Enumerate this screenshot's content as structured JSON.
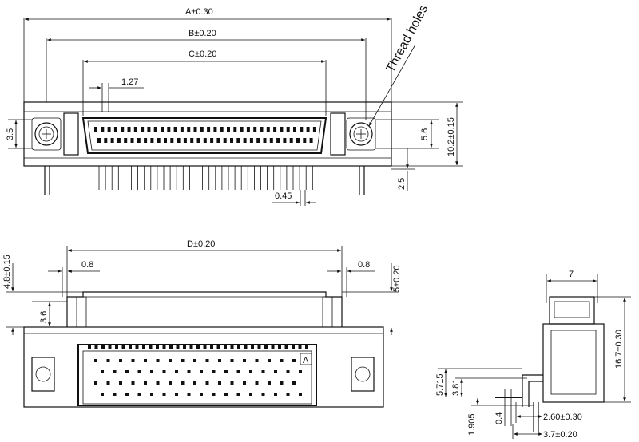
{
  "labels": {
    "dim_a": "A±0.30",
    "dim_b": "B±0.20",
    "dim_c": "C±0.20",
    "pitch": "1.27",
    "thread_holes": "Thread holes",
    "d_3_5": "3.5",
    "d_5_6": "5.6",
    "d_10_2": "10.2±0.15",
    "d_2_5": "2.5",
    "d_0_45": "0.45",
    "dim_d": "D±0.20",
    "d_0_8_left": "0.8",
    "d_0_8_right": "0.8",
    "d_4_8": "4.8±0.15",
    "d_3_6": "3.6",
    "d_5": "5±0.20",
    "pin_a_mark": "A",
    "side_7": "7",
    "side_16_7": "16.7±0.30",
    "side_5_715": "5.715",
    "side_3_81": "3.81",
    "side_1_905": "1.905",
    "side_0_4": "0.4",
    "side_2_60": "2.60±0.30",
    "side_3_7": "3.7±0.20"
  }
}
